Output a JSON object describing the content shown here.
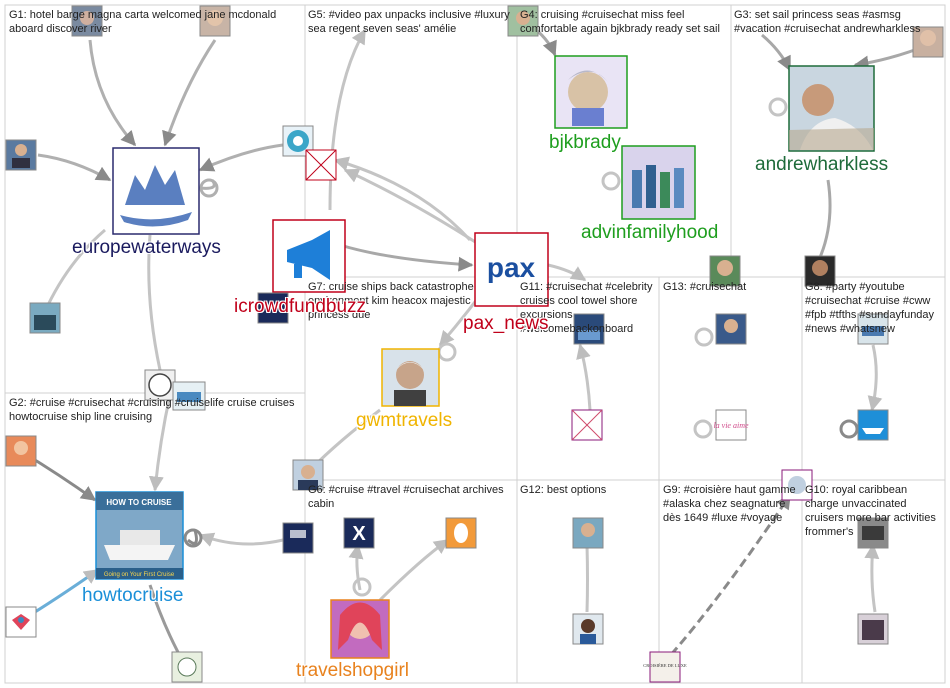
{
  "group_labels": {
    "g1": "G1: hotel barge magna carta welcomed jane mcdonald aboard discover river",
    "g5": "G5: #video pax unpacks inclusive #luxury sea regent seven seas' amélie",
    "g4": "G4: cruising #cruisechat miss feel comfortable again bjkbrady ready set sail",
    "g3": "G3: set sail princess seas #asmsg #vacation #cruisechat andrewharkless",
    "g2": "G2: #cruise #cruisechat #cruising #cruiselife cruise cruises howtocruise ship line cruising",
    "g7": "G7: cruise ships back catastrophe environment kim heacox majestic princess due",
    "g11": "G11: #cruisechat #celebrity cruises cool towel shore excursions #welcomebackonboard",
    "g13": "G13: #cruisechat",
    "g8": "G8: #party #youtube #cruisechat #cruise #cww #fpb #tfths #sundayfunday #news #whatsnew",
    "g6": "G6: #cruise #travel #cruisechat archives cabin",
    "g12": "G12: best options",
    "g9": "G9: #croisière haut gamme #alaska chez seagnature dès 1649 #luxe #voyage",
    "g10": "G10: royal caribbean charge unvaccinated cruisers more bar activities frommer's"
  },
  "node_labels": {
    "europewaterways": "europewaterways",
    "icrowdfundbuzz": "icrowdfundbuzz",
    "pax_news": "pax_news",
    "bjkbrady": "bjkbrady",
    "andrewharkless": "andrewharkless",
    "advinfamilyhood": "advinfamilyhood",
    "gwmtravels": "gwmtravels",
    "howtocruise": "howtocruise",
    "travelshopgirl": "travelshopgirl"
  },
  "node_colors": {
    "europewaterways": "#1a1a5e",
    "icrowdfundbuzz": "#c0001a",
    "pax_news": "#c0001a",
    "bjkbrady": "#1e9e1e",
    "andrewharkless": "#1e6b3a",
    "advinfamilyhood": "#1e9e1e",
    "gwmtravels": "#f0b400",
    "howtocruise": "#1a8fd8",
    "travelshopgirl": "#e8821e"
  },
  "image_texts": {
    "pax_logo": "pax",
    "howtocruise_banner": "HOW TO CRUISE",
    "howtocruise_footer": "Going on Your First Cruise",
    "croisiere_logo": "CROISIÈRE DE LUXE",
    "x_logo": "X",
    "lavie_logo": "la vie aime"
  }
}
